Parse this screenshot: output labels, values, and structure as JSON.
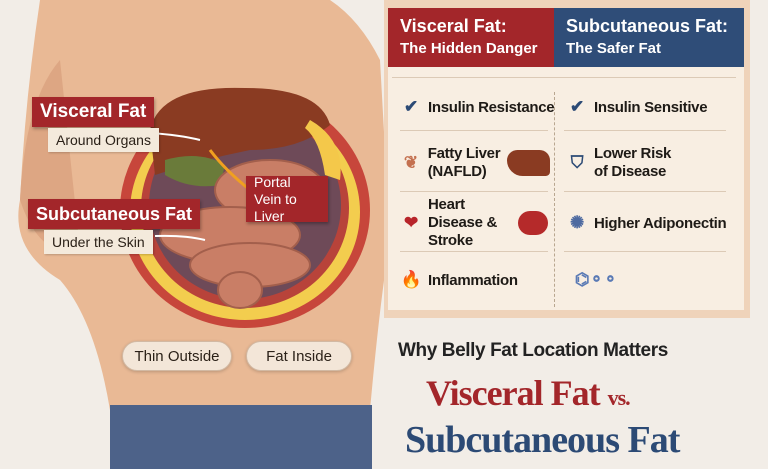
{
  "illustration": {
    "visceral_label": "Visceral Fat",
    "visceral_sub": "Around Organs",
    "portal_label": "Portal Vein to Liver",
    "subcutaneous_label": "Subcutaneous Fat",
    "subcutaneous_sub": "Under the Skin",
    "pill_left": "Thin Outside",
    "pill_right": "Fat Inside"
  },
  "comparison": {
    "visceral": {
      "title": "Visceral Fat:",
      "subtitle": "The Hidden Danger",
      "color": "#a3262a",
      "items": [
        {
          "icon": "checkmark-icon",
          "text": "Insulin Resistance"
        },
        {
          "icon": "liver-icon",
          "text": "Fatty Liver (NAFLD)"
        },
        {
          "icon": "heart-icon",
          "text": "Heart Disease & Stroke"
        },
        {
          "icon": "fire-icon",
          "text": "Inflammation"
        }
      ]
    },
    "subcutaneous": {
      "title": "Subcutaneous Fat:",
      "subtitle": "The Safer Fat",
      "color": "#2f4d78",
      "items": [
        {
          "icon": "checkmark-icon",
          "text": "Insulin Sensitive"
        },
        {
          "icon": "shield-icon",
          "text": "Lower Risk of Disease"
        },
        {
          "icon": "adipocyte-icon",
          "text": "Higher Adiponectin"
        },
        {
          "icon": "molecule-icon",
          "text": ""
        }
      ]
    }
  },
  "headline": {
    "kicker": "Why Belly Fat Location Matters",
    "line1": "Visceral Fat",
    "vs": "vs.",
    "line2": "Subcutaneous Fat"
  }
}
